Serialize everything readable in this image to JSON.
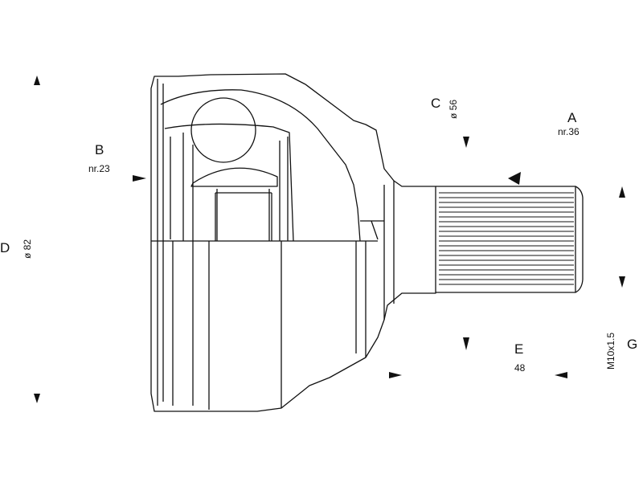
{
  "labels": {
    "A": {
      "letter": "A",
      "value": "nr.36"
    },
    "B": {
      "letter": "B",
      "value": "nr.23"
    },
    "C": {
      "letter": "C",
      "value": "ø 56"
    },
    "D": {
      "letter": "D",
      "value": "ø 82"
    },
    "E": {
      "letter": "E",
      "value": "48"
    },
    "G": {
      "letter": "G",
      "value": "M10x1.5"
    }
  },
  "line_color": "#111111"
}
